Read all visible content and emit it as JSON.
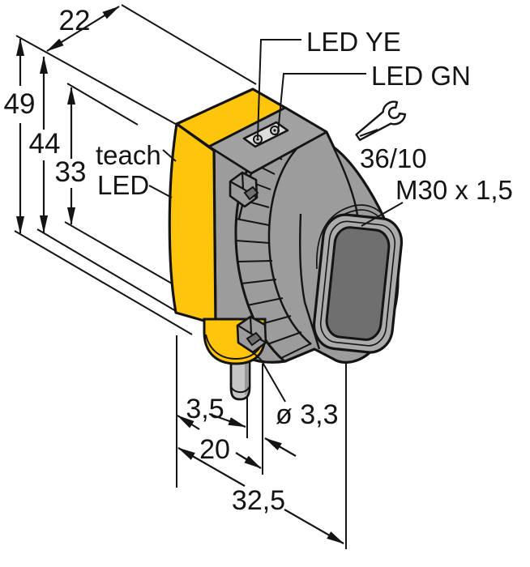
{
  "drawing": {
    "kind": "sensor-dimensional-drawing",
    "dims": {
      "depth": "22",
      "total_height": "49",
      "body_height": "44",
      "front_height": "33",
      "cable_offset": "3,5",
      "body_width": "20",
      "total_width": "32,5",
      "hole_diameter": "ø 3,3"
    },
    "labels": {
      "teach_line1": "teach",
      "teach_line2": "LED",
      "led_yellow": "LED YE",
      "led_green": "LED GN",
      "wrench_size": "36/10",
      "thread": "M30 x 1,5"
    },
    "icons": {
      "wrench": "open-end-wrench"
    },
    "colors": {
      "housing_yellow": "#FFC50A",
      "housing_gray": "#9C9C9C",
      "top_gray": "#A1A1A1",
      "lens_dark": "#6F6F6F",
      "lens_rim": "#ABABAB",
      "plate_light": "#DCDCDC",
      "cable_gray": "#C6C6C6",
      "outline": "#141414"
    }
  }
}
